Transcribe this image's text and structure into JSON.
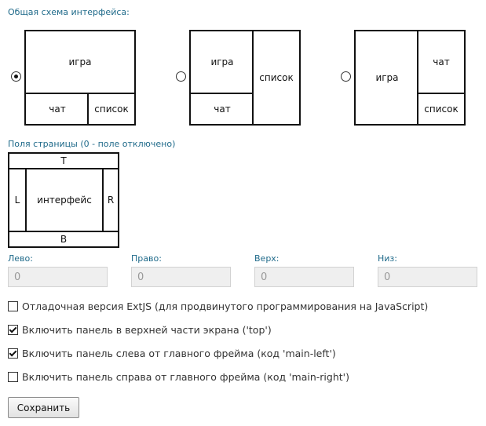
{
  "layout_section": {
    "title": "Общая схема интерфейса:",
    "options": [
      {
        "selected": true,
        "game": "игра",
        "chat": "чат",
        "list": "список"
      },
      {
        "selected": false,
        "game": "игра",
        "chat": "чат",
        "list": "список"
      },
      {
        "selected": false,
        "game": "игра",
        "chat": "чат",
        "list": "список"
      }
    ]
  },
  "margins_section": {
    "title": "Поля страницы (0 - поле отключено)",
    "diagram": {
      "top": "T",
      "left": "L",
      "center": "интерфейс",
      "right": "R",
      "bottom": "B"
    },
    "fields": [
      {
        "label": "Лево:",
        "value": "0"
      },
      {
        "label": "Право:",
        "value": "0"
      },
      {
        "label": "Верх:",
        "value": "0"
      },
      {
        "label": "Низ:",
        "value": "0"
      }
    ]
  },
  "options": [
    {
      "label": "Отладочная версия ExtJS (для продвинутого программирования на JavaScript)",
      "checked": false
    },
    {
      "label": "Включить панель в верхней части экрана ('top')",
      "checked": true
    },
    {
      "label": "Включить панель слева от главного фрейма (код 'main-left')",
      "checked": true
    },
    {
      "label": "Включить панель справа от главного фрейма (код 'main-right')",
      "checked": false
    }
  ],
  "save_button": "Сохранить"
}
